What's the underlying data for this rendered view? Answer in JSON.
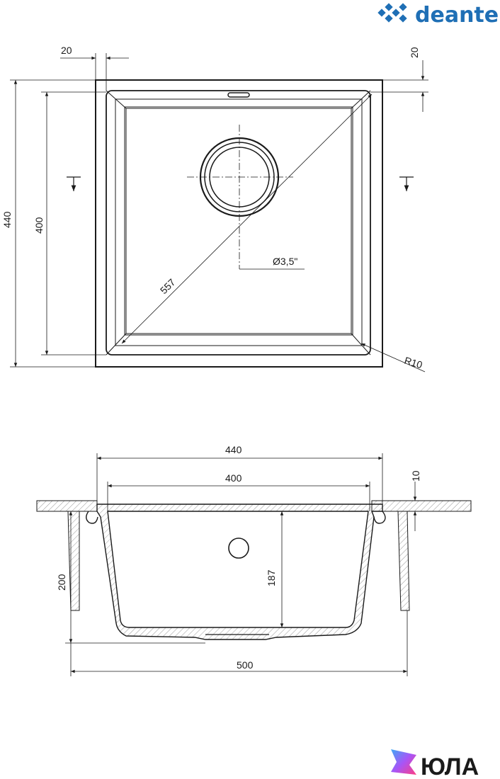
{
  "brand": {
    "name": "deante",
    "color": "#1f6fb5",
    "icon": "diamond-cluster-icon"
  },
  "watermark": {
    "text": "ЮЛА",
    "icon": "gradient-star-icon"
  },
  "top_view": {
    "dims": {
      "rim_left": "20",
      "rim_top": "20",
      "outer_height": "440",
      "inner_height": "400",
      "diagonal": "557",
      "drain": "Ø3,5\"",
      "corner_radius": "R10"
    }
  },
  "side_view": {
    "dims": {
      "outer_width": "440",
      "inner_width": "400",
      "counter_thickness": "10",
      "cabinet_depth": "200",
      "bowl_depth": "187",
      "cabinet_width": "500"
    }
  },
  "colors": {
    "line": "#1a1a1a",
    "hatch": "#9a9a9a"
  }
}
